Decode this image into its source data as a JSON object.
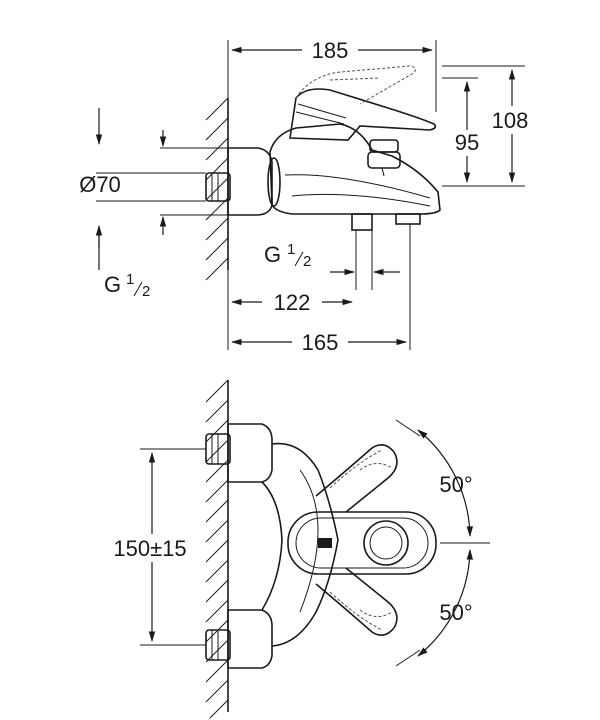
{
  "dimensions": {
    "overall_width": "185",
    "total_height": "108",
    "lever_height": "95",
    "diameter": "Ø70",
    "inlet_thread": {
      "main": "G",
      "num": "1",
      "den": "2"
    },
    "outlet_thread": {
      "main": "G",
      "num": "1",
      "den": "2"
    },
    "outlet_distance": "122",
    "spout_length": "165",
    "center_distance": "150±15",
    "angle_up": "50°",
    "angle_down": "50°"
  }
}
